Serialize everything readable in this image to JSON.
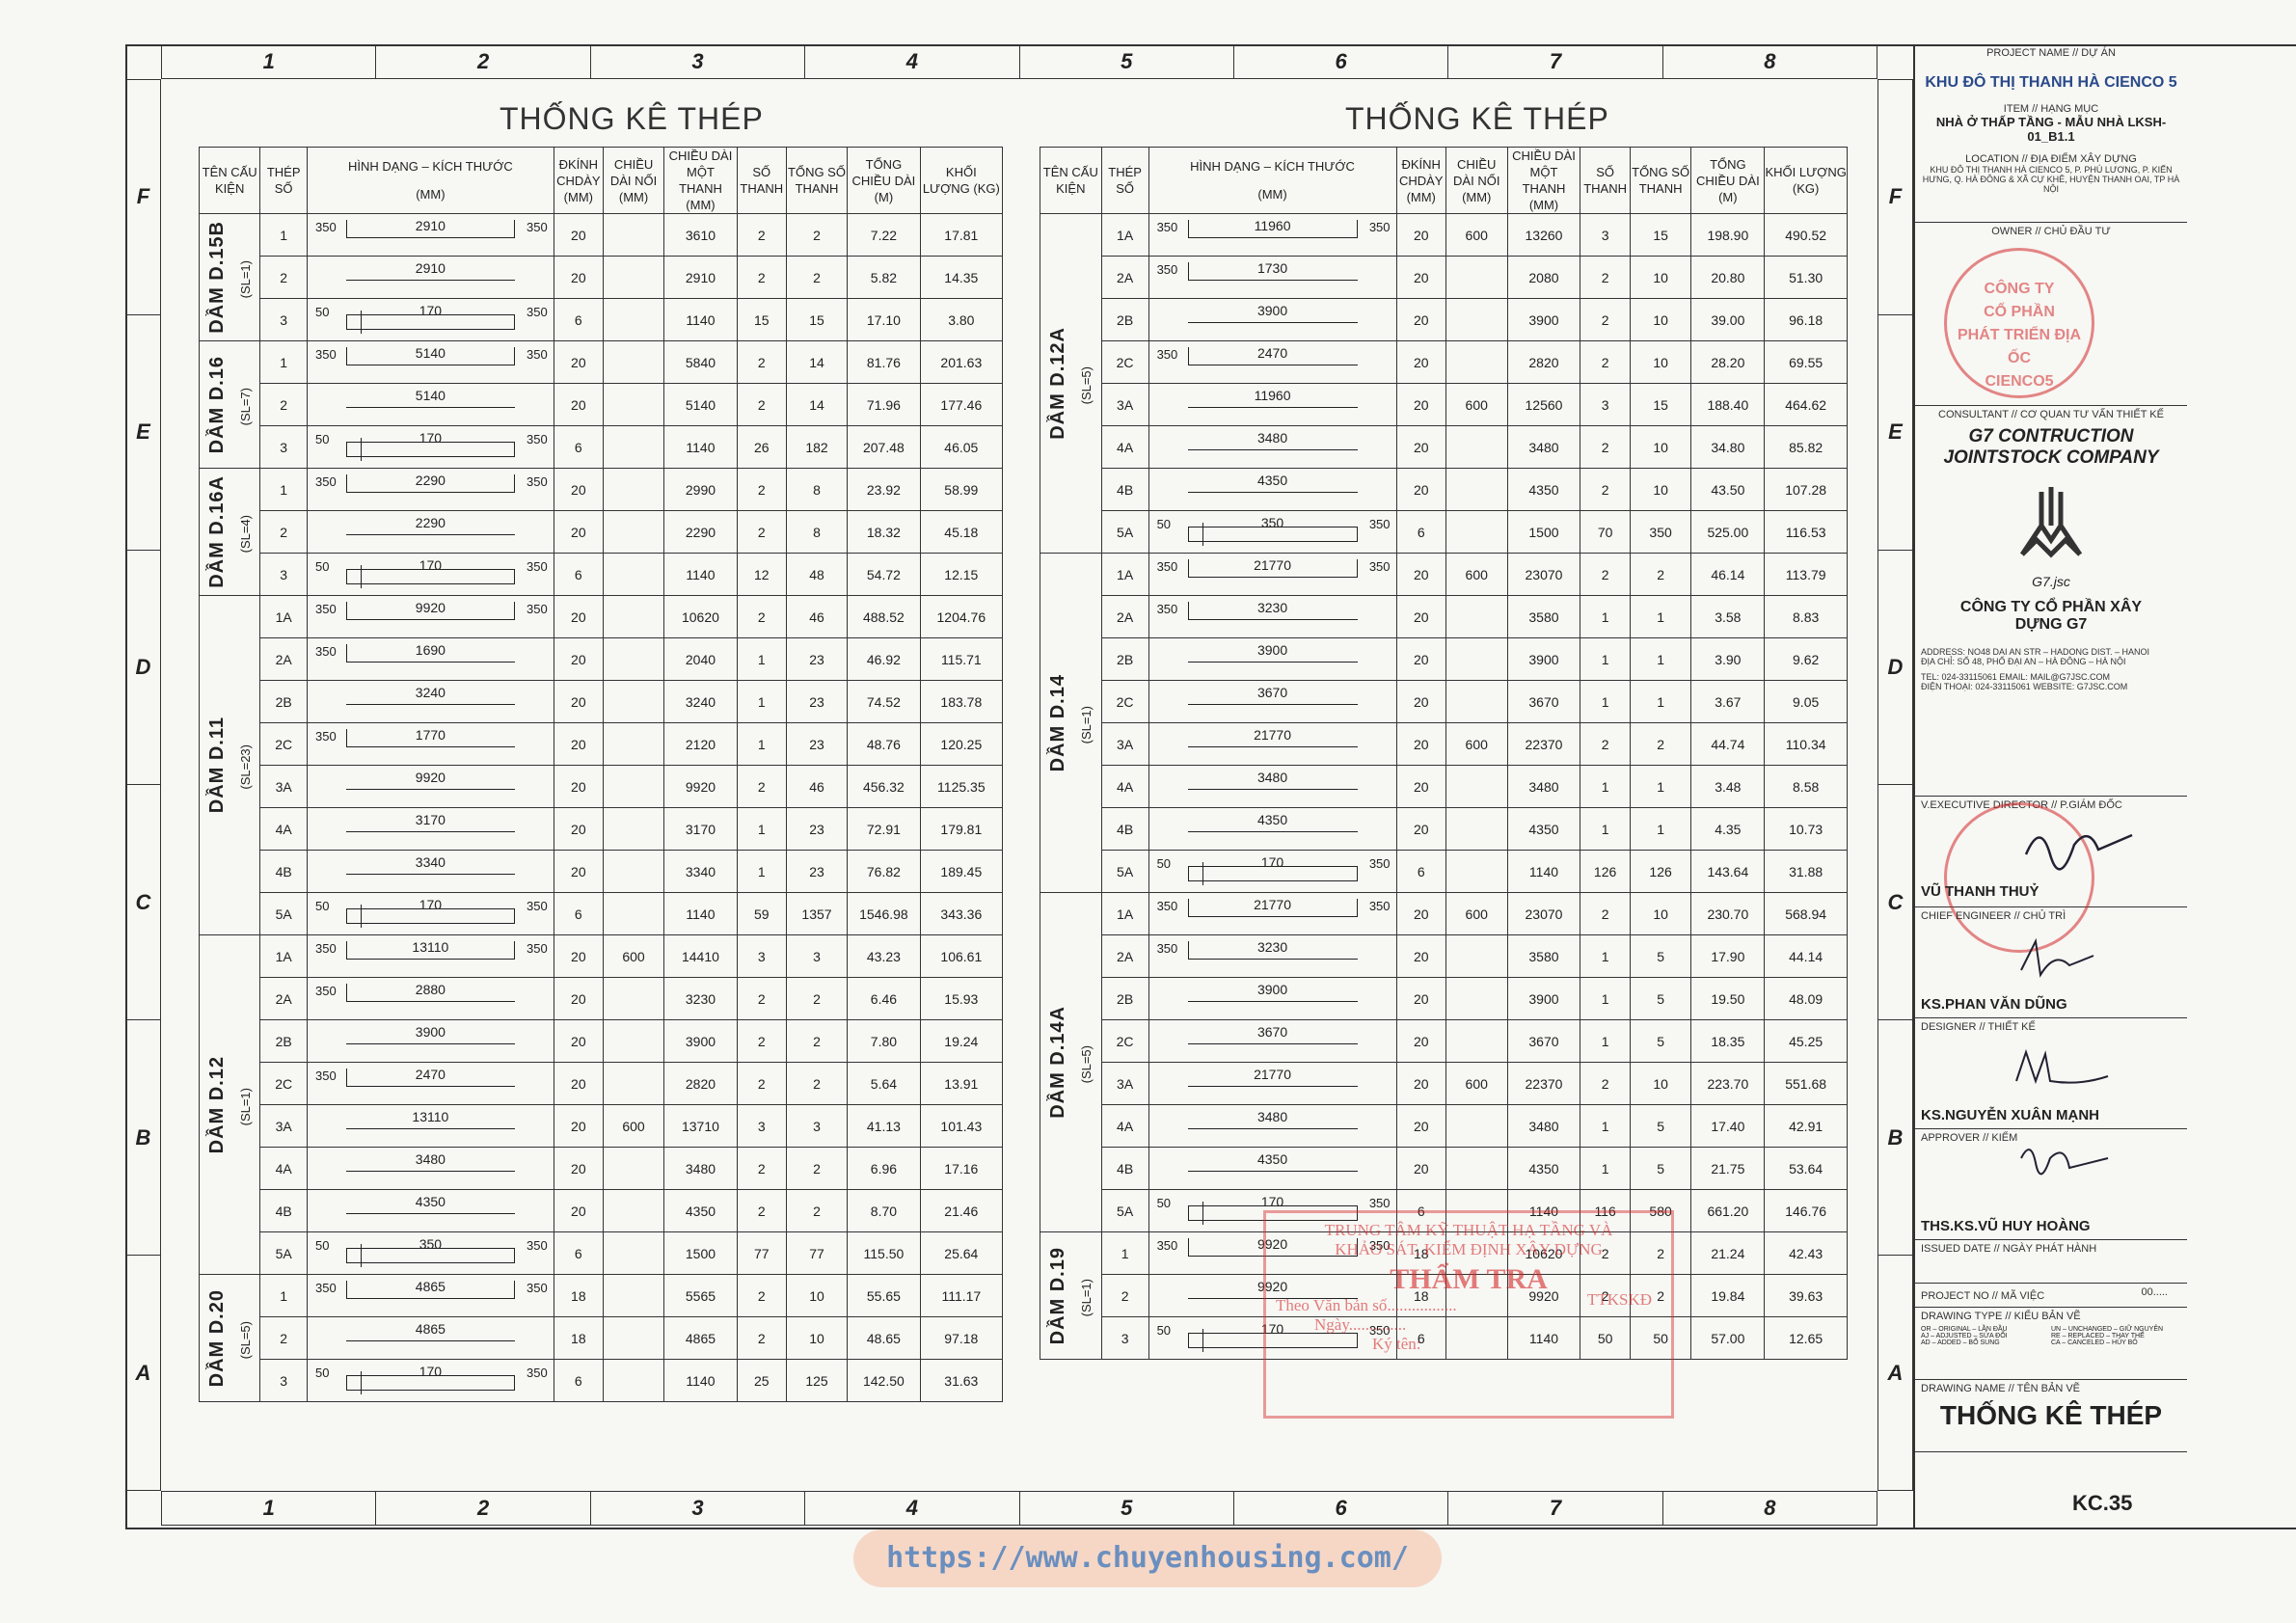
{
  "ruler_cols": [
    "1",
    "2",
    "3",
    "4",
    "5",
    "6",
    "7",
    "8"
  ],
  "ruler_rows": [
    "F",
    "E",
    "D",
    "C",
    "B",
    "A"
  ],
  "table_title": "THỐNG KÊ THÉP",
  "headers": {
    "ten_cau_kien": "TÊN CẤU KIỆN",
    "thep_so": "THÉP SỐ",
    "hinh_dang": "HÌNH DẠNG – KÍCH THƯỚC",
    "hinh_dang_unit": "(MM)",
    "duong_kinh": "ĐKÍNH CHDÀY (MM)",
    "chieu_dai_noi": "CHIỀU DÀI NỐI (MM)",
    "chieu_dai_1": "CHIỀU DÀI MỘT THANH (MM)",
    "so_thanh": "SỐ THANH",
    "tong_so_thanh": "TỔNG SỐ THANH",
    "tong_chieu_dai": "TỔNG CHIỀU DÀI (M)",
    "khoi_luong": "KHỐI LƯỢNG (KG)"
  },
  "left_table": [
    {
      "name": "DẦM D.15B",
      "sl": "(SL=1)",
      "rows": [
        [
          "1",
          "350",
          "2910",
          "350",
          "20",
          "",
          "3610",
          "2",
          "2",
          "7.22",
          "17.81",
          "u"
        ],
        [
          "2",
          "",
          "2910",
          "",
          "20",
          "",
          "2910",
          "2",
          "2",
          "5.82",
          "14.35",
          "s"
        ],
        [
          "3",
          "50",
          "170",
          "350",
          "6",
          "",
          "1140",
          "15",
          "15",
          "17.10",
          "3.80",
          "k"
        ]
      ]
    },
    {
      "name": "DẦM D.16",
      "sl": "(SL=7)",
      "rows": [
        [
          "1",
          "350",
          "5140",
          "350",
          "20",
          "",
          "5840",
          "2",
          "14",
          "81.76",
          "201.63",
          "u"
        ],
        [
          "2",
          "",
          "5140",
          "",
          "20",
          "",
          "5140",
          "2",
          "14",
          "71.96",
          "177.46",
          "s"
        ],
        [
          "3",
          "50",
          "170",
          "350",
          "6",
          "",
          "1140",
          "26",
          "182",
          "207.48",
          "46.05",
          "k"
        ]
      ]
    },
    {
      "name": "DẦM D.16A",
      "sl": "(SL=4)",
      "rows": [
        [
          "1",
          "350",
          "2290",
          "350",
          "20",
          "",
          "2990",
          "2",
          "8",
          "23.92",
          "58.99",
          "u"
        ],
        [
          "2",
          "",
          "2290",
          "",
          "20",
          "",
          "2290",
          "2",
          "8",
          "18.32",
          "45.18",
          "s"
        ],
        [
          "3",
          "50",
          "170",
          "350",
          "6",
          "",
          "1140",
          "12",
          "48",
          "54.72",
          "12.15",
          "k"
        ]
      ]
    },
    {
      "name": "DẦM D.11",
      "sl": "(SL=23)",
      "rows": [
        [
          "1A",
          "350",
          "9920",
          "350",
          "20",
          "",
          "10620",
          "2",
          "46",
          "488.52",
          "1204.76",
          "u"
        ],
        [
          "2A",
          "350",
          "1690",
          "",
          "20",
          "",
          "2040",
          "1",
          "23",
          "46.92",
          "115.71",
          "h"
        ],
        [
          "2B",
          "",
          "3240",
          "",
          "20",
          "",
          "3240",
          "1",
          "23",
          "74.52",
          "183.78",
          "s"
        ],
        [
          "2C",
          "350",
          "1770",
          "",
          "20",
          "",
          "2120",
          "1",
          "23",
          "48.76",
          "120.25",
          "h"
        ],
        [
          "3A",
          "",
          "9920",
          "",
          "20",
          "",
          "9920",
          "2",
          "46",
          "456.32",
          "1125.35",
          "s"
        ],
        [
          "4A",
          "",
          "3170",
          "",
          "20",
          "",
          "3170",
          "1",
          "23",
          "72.91",
          "179.81",
          "s"
        ],
        [
          "4B",
          "",
          "3340",
          "",
          "20",
          "",
          "3340",
          "1",
          "23",
          "76.82",
          "189.45",
          "s"
        ],
        [
          "5A",
          "50",
          "170",
          "350",
          "6",
          "",
          "1140",
          "59",
          "1357",
          "1546.98",
          "343.36",
          "k"
        ]
      ]
    },
    {
      "name": "DẦM D.12",
      "sl": "(SL=1)",
      "rows": [
        [
          "1A",
          "350",
          "13110",
          "350",
          "20",
          "600",
          "14410",
          "3",
          "3",
          "43.23",
          "106.61",
          "u"
        ],
        [
          "2A",
          "350",
          "2880",
          "",
          "20",
          "",
          "3230",
          "2",
          "2",
          "6.46",
          "15.93",
          "h"
        ],
        [
          "2B",
          "",
          "3900",
          "",
          "20",
          "",
          "3900",
          "2",
          "2",
          "7.80",
          "19.24",
          "s"
        ],
        [
          "2C",
          "350",
          "2470",
          "",
          "20",
          "",
          "2820",
          "2",
          "2",
          "5.64",
          "13.91",
          "h"
        ],
        [
          "3A",
          "",
          "13110",
          "",
          "20",
          "600",
          "13710",
          "3",
          "3",
          "41.13",
          "101.43",
          "s"
        ],
        [
          "4A",
          "",
          "3480",
          "",
          "20",
          "",
          "3480",
          "2",
          "2",
          "6.96",
          "17.16",
          "s"
        ],
        [
          "4B",
          "",
          "4350",
          "",
          "20",
          "",
          "4350",
          "2",
          "2",
          "8.70",
          "21.46",
          "s"
        ],
        [
          "5A",
          "50",
          "350",
          "350",
          "6",
          "",
          "1500",
          "77",
          "77",
          "115.50",
          "25.64",
          "k"
        ]
      ]
    },
    {
      "name": "DẦM D.20",
      "sl": "(SL=5)",
      "rows": [
        [
          "1",
          "350",
          "4865",
          "350",
          "18",
          "",
          "5565",
          "2",
          "10",
          "55.65",
          "111.17",
          "u"
        ],
        [
          "2",
          "",
          "4865",
          "",
          "18",
          "",
          "4865",
          "2",
          "10",
          "48.65",
          "97.18",
          "s"
        ],
        [
          "3",
          "50",
          "170",
          "350",
          "6",
          "",
          "1140",
          "25",
          "125",
          "142.50",
          "31.63",
          "k"
        ]
      ]
    }
  ],
  "right_table": [
    {
      "name": "DẦM D.12A",
      "sl": "(SL=5)",
      "rows": [
        [
          "1A",
          "350",
          "11960",
          "350",
          "20",
          "600",
          "13260",
          "3",
          "15",
          "198.90",
          "490.52",
          "u"
        ],
        [
          "2A",
          "350",
          "1730",
          "",
          "20",
          "",
          "2080",
          "2",
          "10",
          "20.80",
          "51.30",
          "h"
        ],
        [
          "2B",
          "",
          "3900",
          "",
          "20",
          "",
          "3900",
          "2",
          "10",
          "39.00",
          "96.18",
          "s"
        ],
        [
          "2C",
          "350",
          "2470",
          "",
          "20",
          "",
          "2820",
          "2",
          "10",
          "28.20",
          "69.55",
          "h"
        ],
        [
          "3A",
          "",
          "11960",
          "",
          "20",
          "600",
          "12560",
          "3",
          "15",
          "188.40",
          "464.62",
          "s"
        ],
        [
          "4A",
          "",
          "3480",
          "",
          "20",
          "",
          "3480",
          "2",
          "10",
          "34.80",
          "85.82",
          "s"
        ],
        [
          "4B",
          "",
          "4350",
          "",
          "20",
          "",
          "4350",
          "2",
          "10",
          "43.50",
          "107.28",
          "s"
        ],
        [
          "5A",
          "50",
          "350",
          "350",
          "6",
          "",
          "1500",
          "70",
          "350",
          "525.00",
          "116.53",
          "k"
        ]
      ]
    },
    {
      "name": "DẦM D.14",
      "sl": "(SL=1)",
      "rows": [
        [
          "1A",
          "350",
          "21770",
          "350",
          "20",
          "600",
          "23070",
          "2",
          "2",
          "46.14",
          "113.79",
          "u"
        ],
        [
          "2A",
          "350",
          "3230",
          "",
          "20",
          "",
          "3580",
          "1",
          "1",
          "3.58",
          "8.83",
          "h"
        ],
        [
          "2B",
          "",
          "3900",
          "",
          "20",
          "",
          "3900",
          "1",
          "1",
          "3.90",
          "9.62",
          "s"
        ],
        [
          "2C",
          "",
          "3670",
          "",
          "20",
          "",
          "3670",
          "1",
          "1",
          "3.67",
          "9.05",
          "s"
        ],
        [
          "3A",
          "",
          "21770",
          "",
          "20",
          "600",
          "22370",
          "2",
          "2",
          "44.74",
          "110.34",
          "s"
        ],
        [
          "4A",
          "",
          "3480",
          "",
          "20",
          "",
          "3480",
          "1",
          "1",
          "3.48",
          "8.58",
          "s"
        ],
        [
          "4B",
          "",
          "4350",
          "",
          "20",
          "",
          "4350",
          "1",
          "1",
          "4.35",
          "10.73",
          "s"
        ],
        [
          "5A",
          "50",
          "170",
          "350",
          "6",
          "",
          "1140",
          "126",
          "126",
          "143.64",
          "31.88",
          "k"
        ]
      ]
    },
    {
      "name": "DẦM D.14A",
      "sl": "(SL=5)",
      "rows": [
        [
          "1A",
          "350",
          "21770",
          "350",
          "20",
          "600",
          "23070",
          "2",
          "10",
          "230.70",
          "568.94",
          "u"
        ],
        [
          "2A",
          "350",
          "3230",
          "",
          "20",
          "",
          "3580",
          "1",
          "5",
          "17.90",
          "44.14",
          "h"
        ],
        [
          "2B",
          "",
          "3900",
          "",
          "20",
          "",
          "3900",
          "1",
          "5",
          "19.50",
          "48.09",
          "s"
        ],
        [
          "2C",
          "",
          "3670",
          "",
          "20",
          "",
          "3670",
          "1",
          "5",
          "18.35",
          "45.25",
          "s"
        ],
        [
          "3A",
          "",
          "21770",
          "",
          "20",
          "600",
          "22370",
          "2",
          "10",
          "223.70",
          "551.68",
          "s"
        ],
        [
          "4A",
          "",
          "3480",
          "",
          "20",
          "",
          "3480",
          "1",
          "5",
          "17.40",
          "42.91",
          "s"
        ],
        [
          "4B",
          "",
          "4350",
          "",
          "20",
          "",
          "4350",
          "1",
          "5",
          "21.75",
          "53.64",
          "s"
        ],
        [
          "5A",
          "50",
          "170",
          "350",
          "6",
          "",
          "1140",
          "116",
          "580",
          "661.20",
          "146.76",
          "k"
        ]
      ]
    },
    {
      "name": "DẦM D.19",
      "sl": "(SL=1)",
      "rows": [
        [
          "1",
          "350",
          "9920",
          "350",
          "18",
          "",
          "10620",
          "2",
          "2",
          "21.24",
          "42.43",
          "u"
        ],
        [
          "2",
          "",
          "9920",
          "",
          "18",
          "",
          "9920",
          "2",
          "2",
          "19.84",
          "39.63",
          "s"
        ],
        [
          "3",
          "50",
          "170",
          "350",
          "6",
          "",
          "1140",
          "50",
          "50",
          "57.00",
          "12.65",
          "k"
        ]
      ]
    }
  ],
  "title_block": {
    "project_label": "PROJECT NAME // DỰ ÁN",
    "project": "KHU ĐÔ THỊ THANH HÀ CIENCO 5",
    "item_label": "ITEM // HẠNG MỤC",
    "item": "NHÀ Ở THẤP TẦNG - MẪU NHÀ LKSH-01_B1.1",
    "location_label": "LOCATION // ĐỊA ĐIỂM XÂY DỰNG",
    "location": "KHU ĐÔ THỊ THANH HÀ CIENCO 5, P. PHÚ LƯƠNG, P. KIẾN HƯNG, Q. HÀ ĐÔNG & XÃ CỰ KHÊ, HUYỆN THANH OAI, TP HÀ NỘI",
    "owner_label": "OWNER // CHỦ ĐẦU TƯ",
    "owner_stamp": [
      "CÔNG TY",
      "CỔ PHẦN",
      "PHÁT TRIỂN ĐỊA ỐC",
      "CIENCO5"
    ],
    "consultant_label": "CONSULTANT // CƠ QUAN TƯ VẤN THIẾT KẾ",
    "consultant": "G7 CONTRUCTION JOINTSTOCK COMPANY",
    "logo_text": "G7.jsc",
    "company_vn": "CÔNG TY CỔ PHẦN XÂY DỰNG G7",
    "address": "ADDRESS:    NO48 DAI AN STR – HADONG DIST. – HANOI",
    "address_vn": "ĐỊA CHỈ:     SỐ 48, PHỐ ĐẠI AN – HÀ ĐÔNG – HÀ NỘI",
    "tel": "TEL:   024-33115061   EMAIL: MAIL@G7JSC.COM",
    "tel_vn": "ĐIỆN THOẠI: 024-33115061  WEBSITE: G7JSC.COM",
    "director_label": "V.EXECUTIVE DIRECTOR // P.GIÁM ĐỐC",
    "director": "VŨ THANH THUỶ",
    "chief_label": "CHIEF ENGINEER // CHỦ TRÌ",
    "chief": "KS.PHAN VĂN DŨNG",
    "designer_label": "DESIGNER // THIẾT KẾ",
    "designer": "KS.NGUYỄN XUÂN MẠNH",
    "approver_label": "APPROVER // KIỂM",
    "approver": "THS.KS.VŨ HUY HOÀNG",
    "issued_label": "ISSUED DATE // NGÀY PHÁT HÀNH",
    "projno_label": "PROJECT NO // MÃ VIỆC",
    "projno": "00.....",
    "type_label": "DRAWING TYPE // KIỂU BẢN VẼ",
    "type_legend": [
      "OR – ORIGINAL – LẦN ĐẦU",
      "UN – UNCHANGED – GIỮ NGUYÊN",
      "AJ – ADJUSTED – SỬA ĐỔI",
      "RE – REPLACED – THAY THẾ",
      "AD – ADDED – BỔ SUNG",
      "CA – CANCELED – HỦY BỎ"
    ],
    "name_label": "DRAWING NAME // TÊN BẢN VẼ",
    "drawing_name": "THỐNG KÊ THÉP",
    "sheet": "KC.35"
  },
  "inspect_stamp": {
    "line1": "TRUNG TÂM KỸ THUẬT HẠ TẦNG VÀ",
    "line2": "KHẢO SÁT, KIỂM ĐỊNH XÂY DỰNG",
    "title": "THẨM TRA",
    "line3": "Theo Văn bản số.................",
    "line4": "Ngày..............",
    "line5": "Ký tên:",
    "code": "TTKSKĐ"
  },
  "watermark": "https://www.chuyenhousing.com/",
  "colors": {
    "stamp": "#d22828",
    "watermark_bg": "#f6d7c6",
    "watermark_text": "#6a8fbf"
  }
}
